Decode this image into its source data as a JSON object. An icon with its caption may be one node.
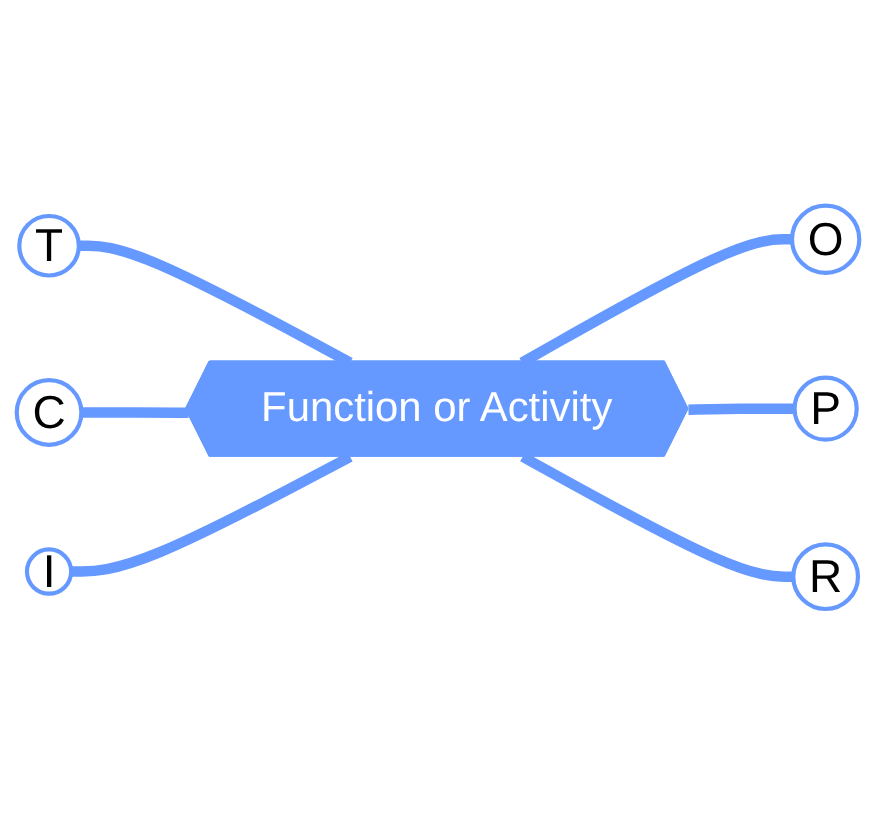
{
  "diagram": {
    "nodes": [
      {
        "text": [
          "T"
        ]
      },
      {
        "text": [
          "C"
        ]
      },
      {
        "text": [
          "Function or Activity"
        ]
      },
      {
        "text": [
          "I"
        ]
      },
      {
        "text": [
          "O"
        ]
      },
      {
        "text": [
          "P"
        ]
      },
      {
        "text": [
          "R"
        ]
      }
    ],
    "edges": [
      {
        "from": 0,
        "to": 2,
        "arrow": "none"
      },
      {
        "from": 1,
        "to": 2,
        "arrow": "none"
      },
      {
        "from": 3,
        "to": 2,
        "arrow": "none"
      },
      {
        "from": 2,
        "to": 4,
        "arrow": "none"
      },
      {
        "from": 2,
        "to": 5,
        "arrow": "none"
      },
      {
        "from": 2,
        "to": 6,
        "arrow": "none"
      }
    ]
  }
}
